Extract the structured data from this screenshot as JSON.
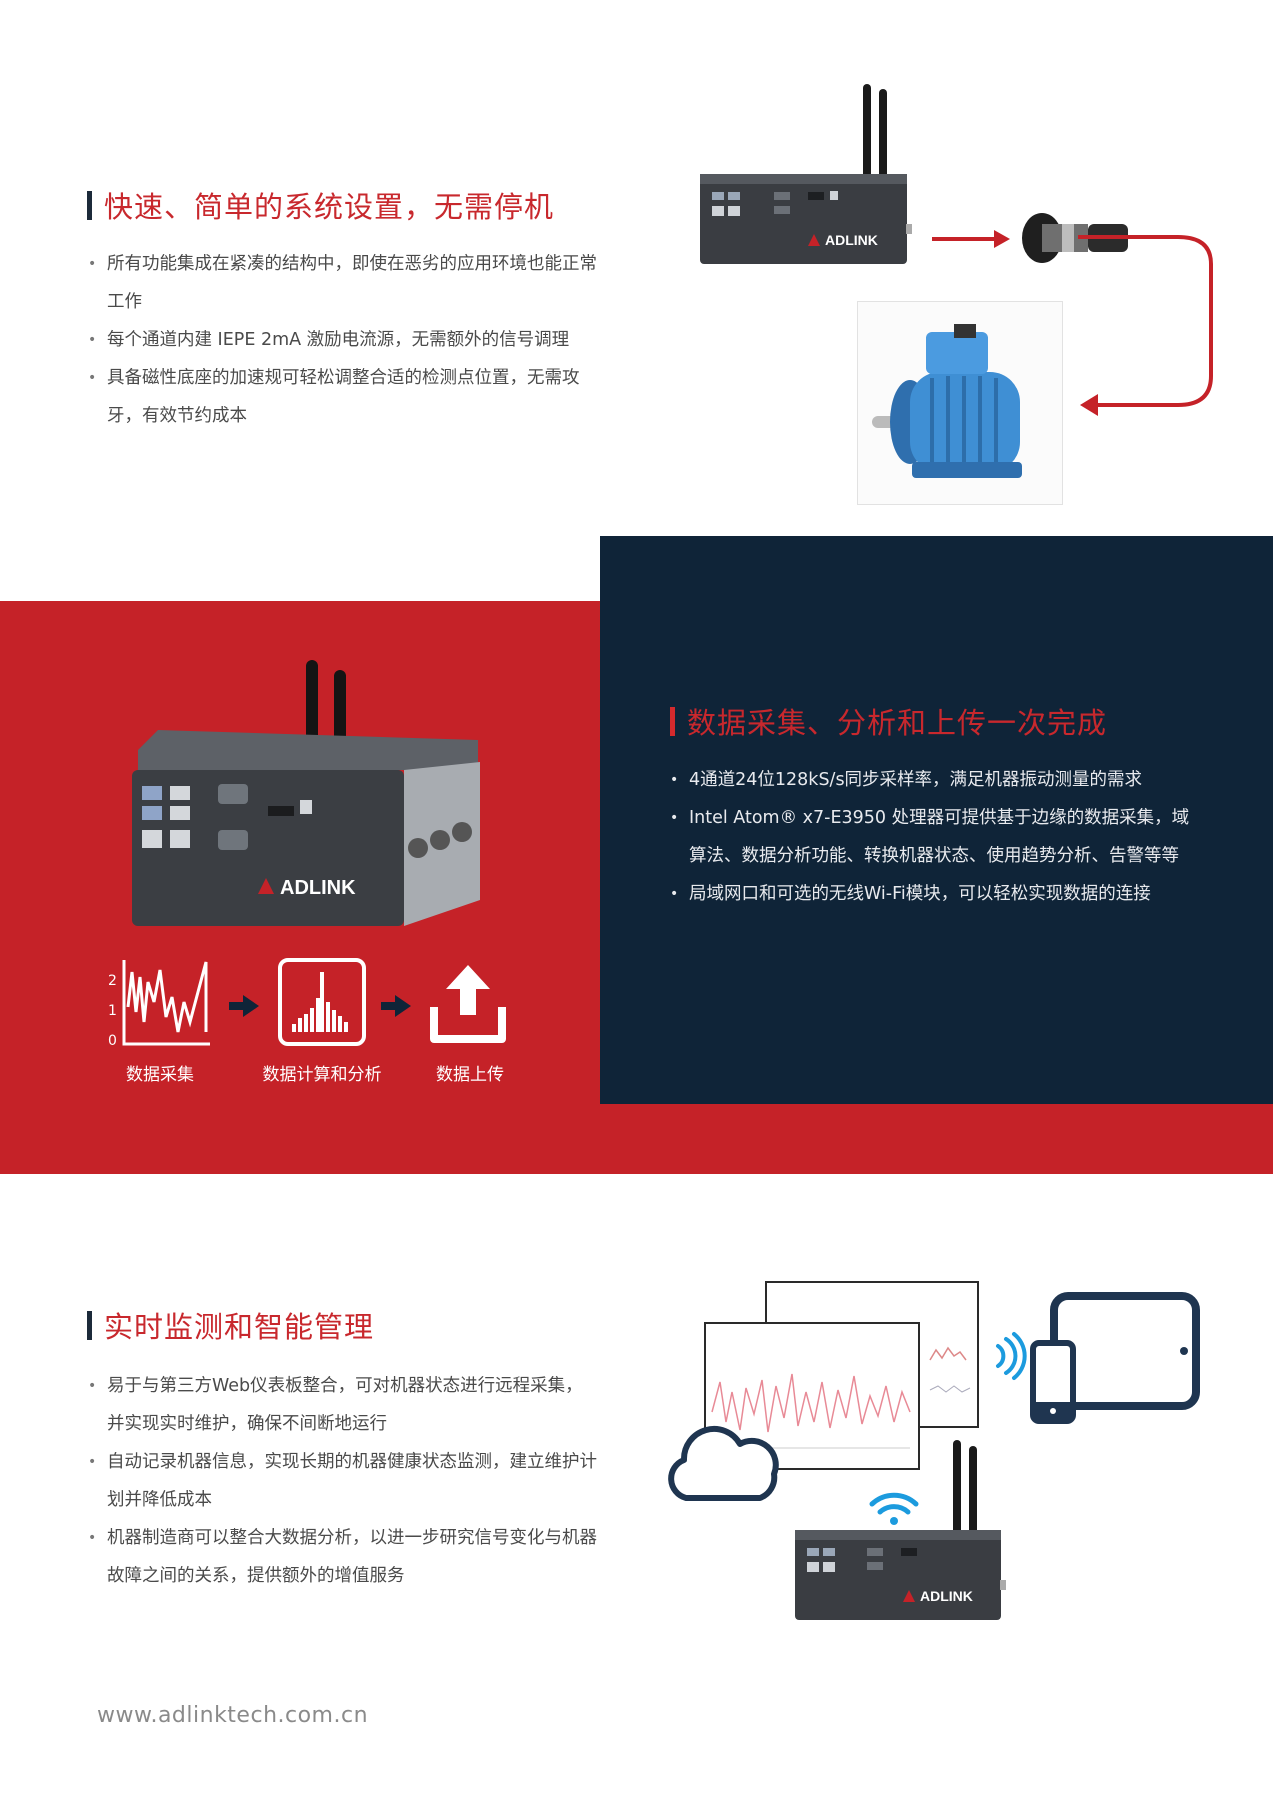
{
  "section1": {
    "title": "快速、简单的系统设置，无需停机",
    "bullets": [
      "所有功能集成在紧凑的结构中，即使在恶劣的应用环境也能正常工作",
      "每个通道内建 IEPE 2mA 激励电流源，无需额外的信号调理",
      "具备磁性底座的加速规可轻松调整合适的检测点位置，无需攻牙，有效节约成本"
    ]
  },
  "section2": {
    "title": "数据采集、分析和上传一次完成",
    "bullets": [
      "4通道24位128kS/s同步采样率，满足机器振动测量的需求",
      "Intel Atom® x7-E3950 处理器可提供基于边缘的数据采集，域算法、数据分析功能、转换机器状态、使用趋势分析、告警等等",
      "局域网口和可选的无线Wi-Fi模块，可以轻松实现数据的连接"
    ],
    "steps": [
      "数据采集",
      "数据计算和分析",
      "数据上传"
    ],
    "chart_ticks": [
      "2",
      "1",
      "0"
    ]
  },
  "section3": {
    "title": "实时监测和智能管理",
    "bullets": [
      "易于与第三方Web仪表板整合，可对机器状态进行远程采集，并实现实时维护，确保不间断地运行",
      "自动记录机器信息，实现长期的机器健康状态监测，建立维护计划并降低成本",
      "机器制造商可以整合大数据分析，以进一步研究信号变化与机器故障之间的关系，提供额外的增值服务"
    ]
  },
  "brand": "ADLINK",
  "footer": "www.adlinktech.com.cn",
  "colors": {
    "red": "#c52228",
    "navy": "#0f2438",
    "motor": "#3f8fd4"
  },
  "icons": [
    "device-icon",
    "arrow-right-icon",
    "sensor-icon",
    "motor-icon",
    "wave-chart-icon",
    "spectrum-icon",
    "upload-icon",
    "cloud-icon",
    "wifi-icon",
    "tablet-icon",
    "phone-icon",
    "signal-waves-icon"
  ]
}
